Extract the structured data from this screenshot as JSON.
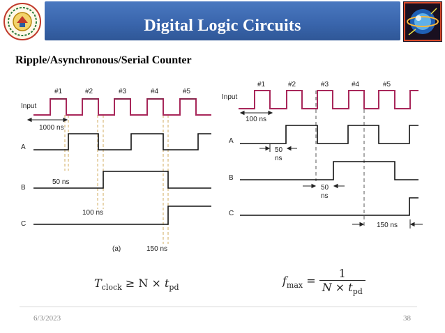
{
  "header": {
    "title": "Digital Logic Circuits"
  },
  "slide": {
    "subtitle": "Ripple/Asynchronous/Serial Counter",
    "date": "6/3/2023",
    "page_number": "38"
  },
  "left_diagram": {
    "signals": [
      "Input",
      "A",
      "B",
      "C"
    ],
    "pulses": [
      "#1",
      "#2",
      "#3",
      "#4",
      "#5"
    ],
    "period_label": "1000 ns",
    "delay_a": "50 ns",
    "delay_b": "100 ns",
    "delay_c": "150 ns",
    "caption": "(a)"
  },
  "right_diagram": {
    "signals": [
      "Input",
      "A",
      "B",
      "C"
    ],
    "pulses": [
      "#1",
      "#2",
      "#3",
      "#4",
      "#5"
    ],
    "period_label": "100 ns",
    "delay_a_value": "50",
    "delay_a_unit": "ns",
    "delay_b_value": "50",
    "delay_b_unit": "ns",
    "delay_c": "150 ns"
  },
  "formulas": {
    "clock": {
      "lhs": "T",
      "lhs_sub": "clock",
      "op": "≥ N ×",
      "rhs": "t",
      "rhs_sub": "pd"
    },
    "fmax": {
      "lhs": "f",
      "lhs_sub": "max",
      "eq": "=",
      "num": "1",
      "den": "N × t",
      "den_sub": "pd"
    }
  },
  "colors": {
    "band": "#3a66ad",
    "input_wave": "#a8275a",
    "logic_wave": "#111111",
    "marker": "#d9b979"
  },
  "icons": {
    "left_logo": "university-seal-icon",
    "right_logo": "circuit-globe-icon"
  }
}
